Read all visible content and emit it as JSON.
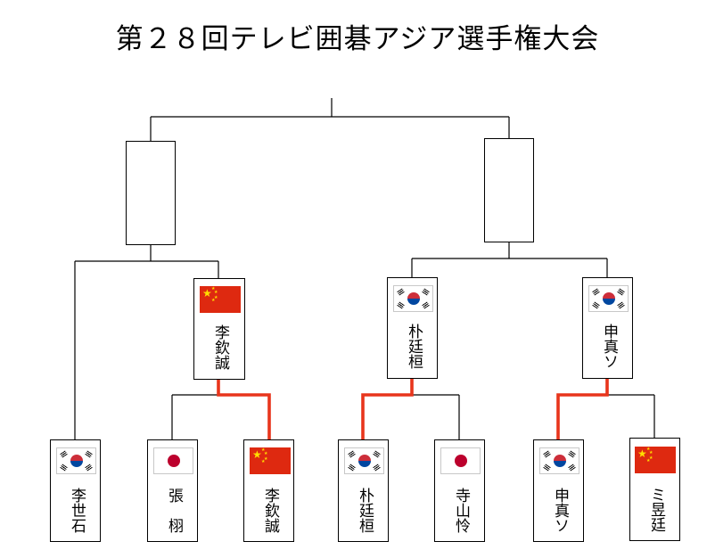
{
  "title": "第２８回テレビ囲碁アジア選手権大会",
  "colors": {
    "line": "#000000",
    "winner_path": "#e8351c",
    "kr_red": "#cd2e3a",
    "kr_blue": "#0047a0",
    "jp_red": "#bc002d",
    "cn_red": "#de2910",
    "cn_star": "#ffde00"
  },
  "semifinal_boxes": [
    {
      "flag": "cn",
      "name": "李欽誠"
    },
    {
      "flag": "kr",
      "name": "朴廷桓"
    },
    {
      "flag": "kr",
      "name": "申真ソ"
    }
  ],
  "first_round": [
    {
      "flag": "kr",
      "name": "李世石"
    },
    {
      "flag": "jp",
      "name": "張　栩"
    },
    {
      "flag": "cn",
      "name": "李欽誠"
    },
    {
      "flag": "kr",
      "name": "朴廷桓"
    },
    {
      "flag": "jp",
      "name": "寺山怜"
    },
    {
      "flag": "kr",
      "name": "申真ソ"
    },
    {
      "flag": "cn",
      "name": "ミ昱廷"
    }
  ]
}
